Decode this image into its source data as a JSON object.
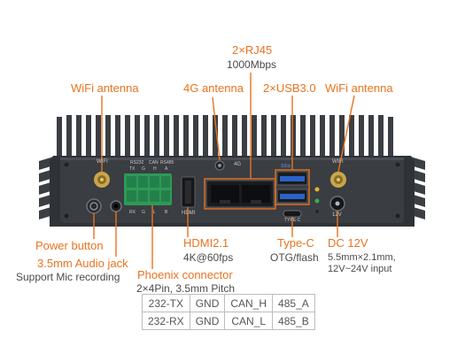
{
  "labels": {
    "rj45": "2×RJ45",
    "rj45_speed": "1000Mbps",
    "wifi_left": "WiFi antenna",
    "antenna_4g": "4G antenna",
    "usb30": "2×USB3.0",
    "wifi_right": "WiFi antenna",
    "power_button": "Power button",
    "audio_jack": "3.5mm Audio jack",
    "audio_jack_sub": "Support Mic recording",
    "phoenix": "Phoenix connector",
    "phoenix_sub": "2×4Pin, 3.5mm Pitch",
    "hdmi": "HDMI2.1",
    "hdmi_sub": "4K@60fps",
    "typec": "Type-C",
    "typec_sub": "OTG/flash",
    "dc": "DC 12V",
    "dc_sub1": "5.5mm×2.1mm,",
    "dc_sub2": "12V~24V input"
  },
  "panel_silkscreen": {
    "wifi_l": "WIFI",
    "wifi_r": "WIFI",
    "g4": "4G",
    "rs232": "RS232",
    "can": "CAN",
    "rs485": "RS485",
    "tx": "TX",
    "g_top": "G",
    "h": "H",
    "a": "A",
    "rx": "RX",
    "g_bot": "G",
    "l": "L",
    "b": "B",
    "hdmi": "HDMI",
    "typec": "TYPE-C",
    "ss": "SS⇆",
    "dc_mark": "12V"
  },
  "pin_table": [
    [
      "232-TX",
      "GND",
      "CAN_H",
      "485_A"
    ],
    [
      "232-RX",
      "GND",
      "CAN_L",
      "485_B"
    ]
  ],
  "colors": {
    "accent": "#e8731f",
    "body": "#2f3237",
    "panel": "#3a3d42",
    "terminal": "#2e9a57",
    "usb": "#2a63c8"
  }
}
